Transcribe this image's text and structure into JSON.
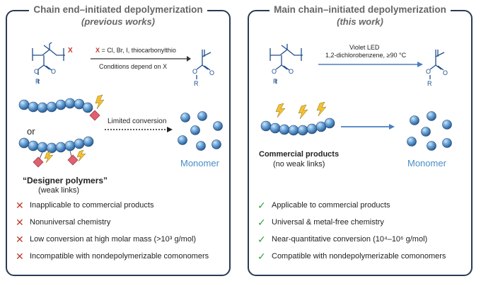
{
  "left": {
    "title_line1": "Chain end–initiated depolymerization",
    "title_line2": "(previous works)",
    "reaction_x": "X",
    "reaction_above": " = Cl, Br, I, thiocarbonylthio",
    "reaction_below": "Conditions depend on X",
    "or_label": "or",
    "arrow_label": "Limited conversion",
    "monomer_label": "Monomer",
    "designer_label": "“Designer polymers”",
    "designer_sub": "(weak links)",
    "points": [
      "Inapplicable to commercial products",
      "Nonuniversal chemistry",
      "Low conversion at high molar mass (>10³ g/mol)",
      "Incompatible with nondepolymerizable comonomers"
    ],
    "point_icon": "x-mark-icon",
    "color": "#c0392b"
  },
  "right": {
    "title_line1": "Main chain–initiated depolymerization",
    "title_line2": "(this work)",
    "reaction_above": "Violet LED",
    "reaction_below": "1,2-dichlorobenzene, ≥90 °C",
    "monomer_label": "Monomer",
    "commercial_label": "Commercial products",
    "commercial_sub": "(no weak links)",
    "points": [
      "Applicable to commercial products",
      "Universal & metal-free chemistry",
      "Near-quantitative conversion (10⁴–10⁶ g/mol)",
      "Compatible with nondepolymerizable comonomers"
    ],
    "point_icon": "check-mark-icon",
    "color": "#3ba24a"
  },
  "molecule": {
    "ester_o": "O",
    "ester_r": "R",
    "carbonyl_o": "O"
  },
  "colors": {
    "bead": "#4a8cc7",
    "frame": "#2b3a55",
    "weak_link": "#e06070",
    "bolt": "#f2c230",
    "arrow_blue": "#4a7fc1"
  }
}
